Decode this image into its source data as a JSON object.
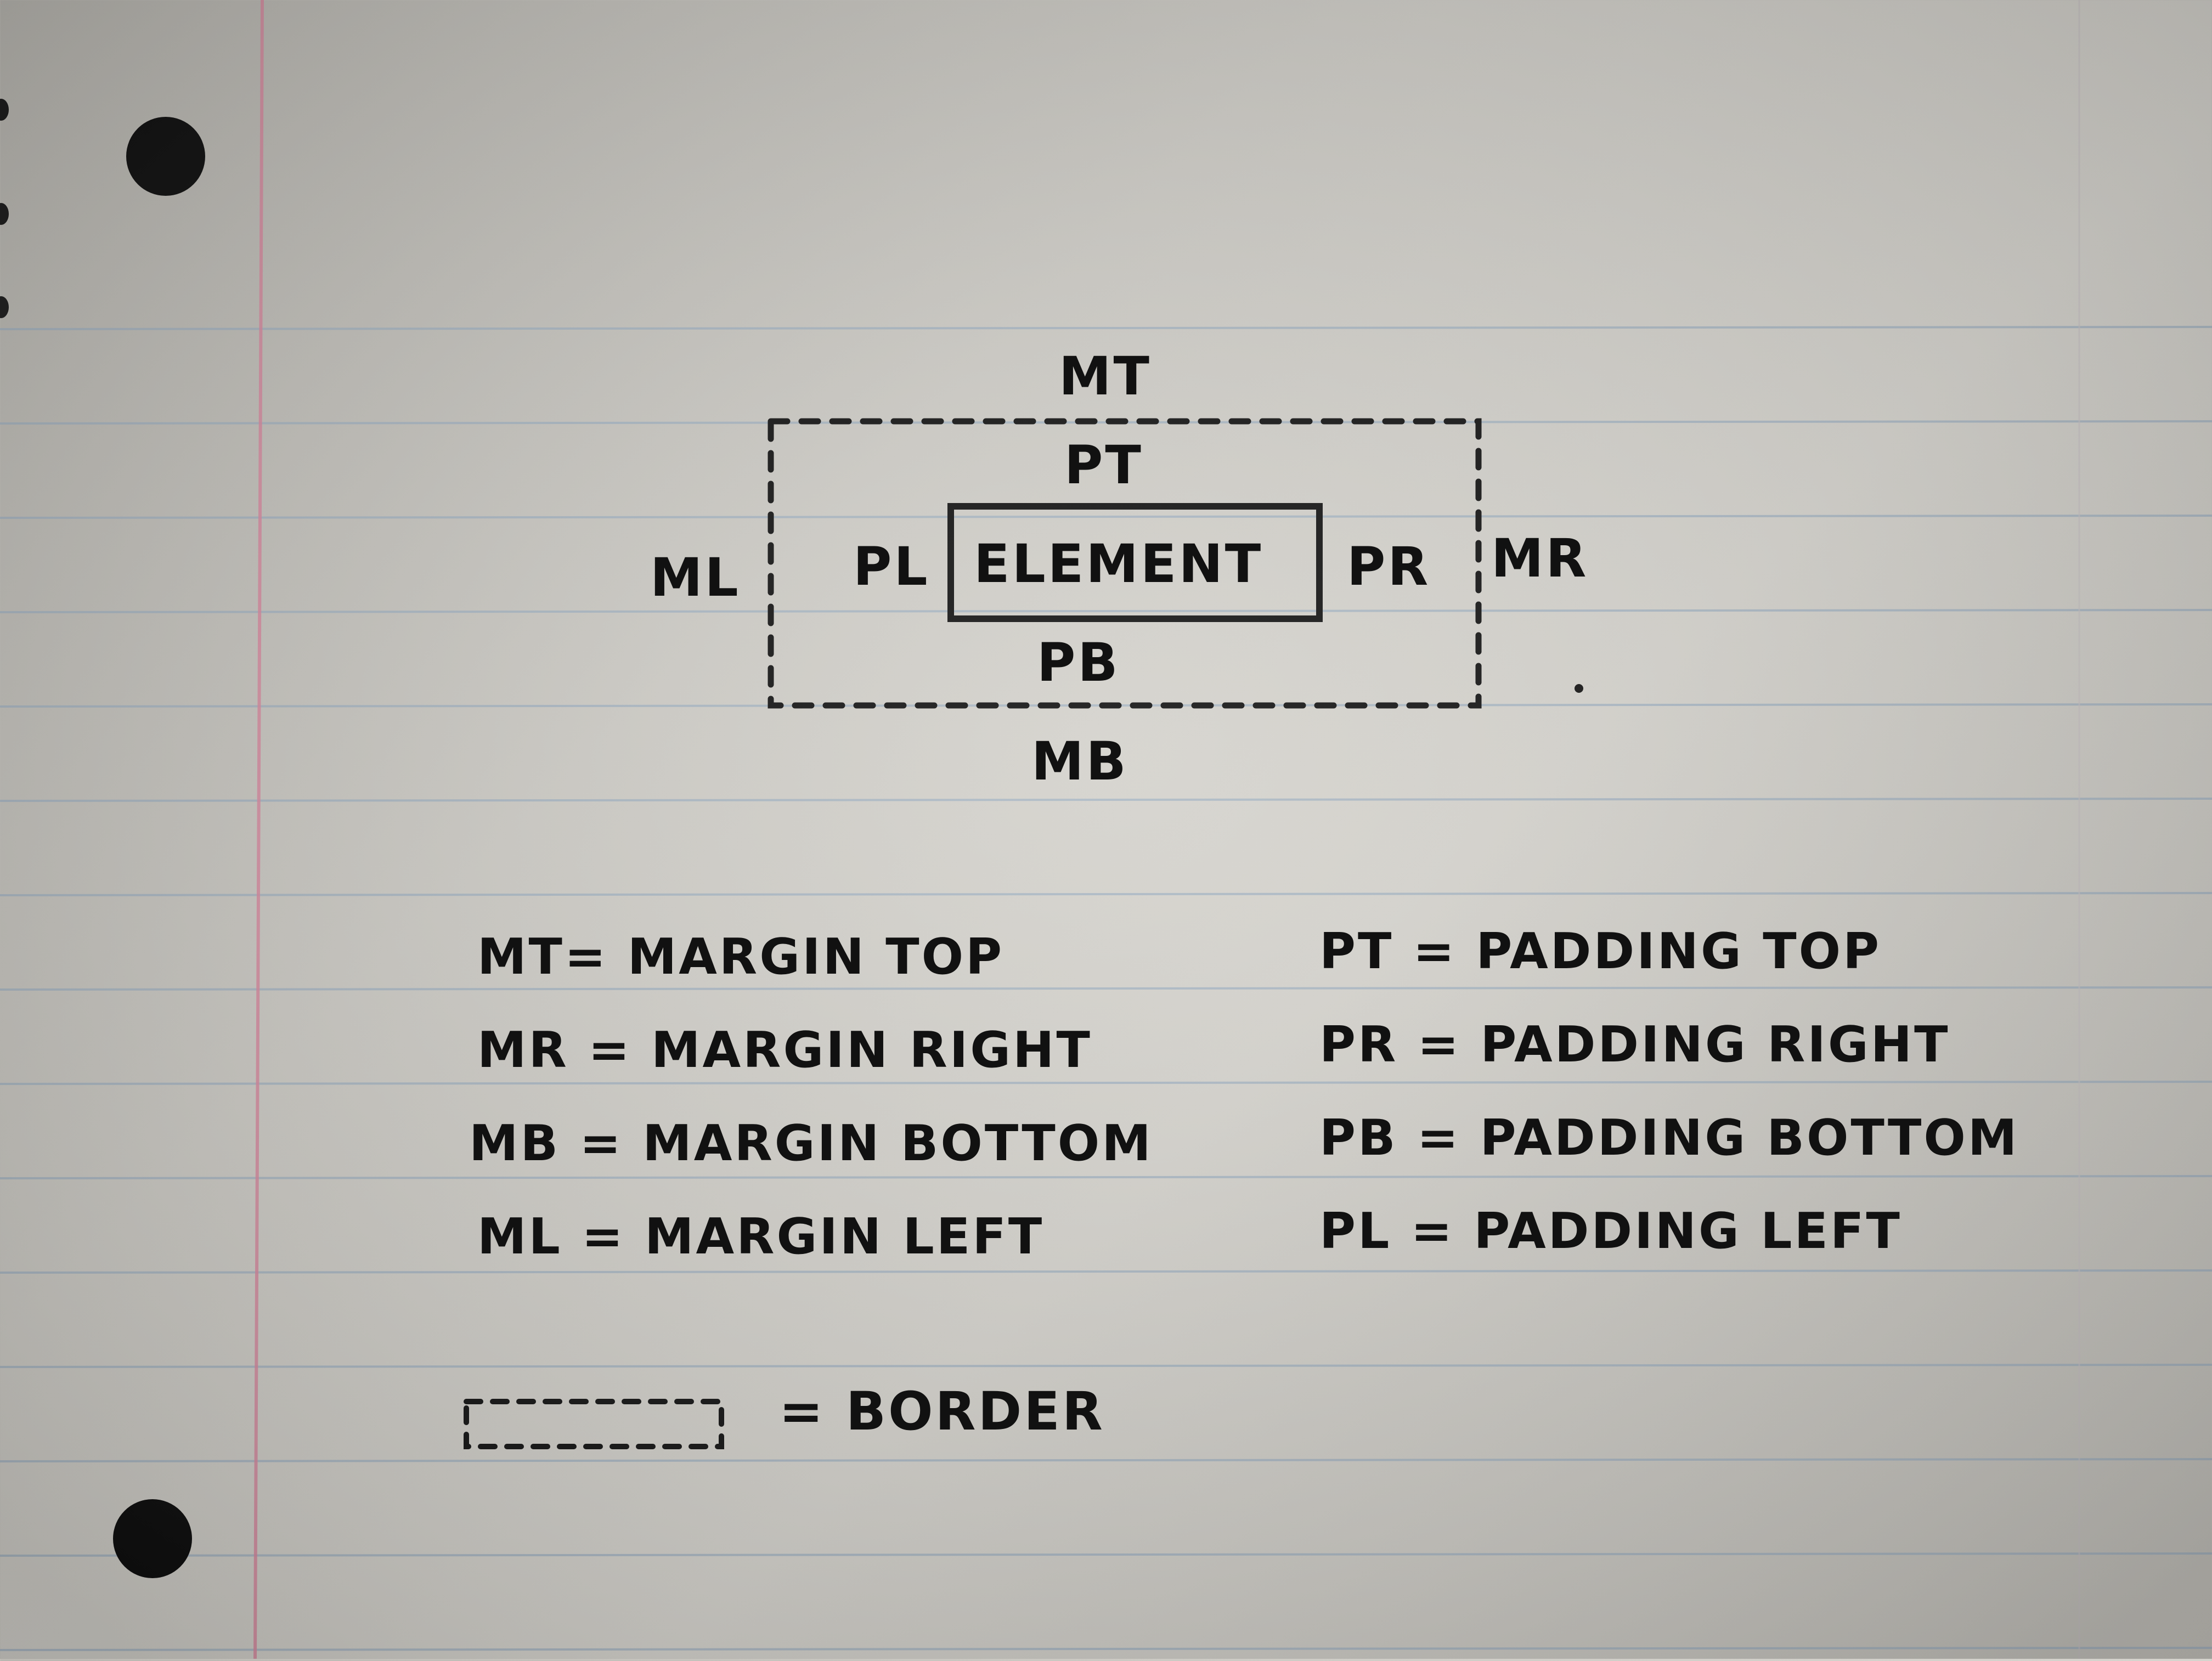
{
  "diagram": {
    "margin_labels": {
      "top": "MT",
      "right": "MR",
      "bottom": "MB",
      "left": "ML"
    },
    "padding_labels": {
      "top": "PT",
      "right": "PR",
      "bottom": "PB",
      "left": "PL"
    },
    "element_label": "ELEMENT"
  },
  "legend": {
    "margin": [
      "MT= MARGIN TOP",
      "MR = MARGIN RIGHT",
      "MB = MARGIN BOTTOM",
      "ML = MARGIN LEFT"
    ],
    "padding": [
      "PT = PADDING TOP",
      "PR = PADDING RIGHT",
      "PB = PADDING BOTTOM",
      "PL = PADDING LEFT"
    ],
    "border": "= BORDER"
  },
  "colors": {
    "ink": "#111111",
    "rule_line": "#9fb1c2",
    "margin_line": "#d98aa0",
    "paper": "#d3d1cb",
    "punch_hole": "#0d0d0d"
  }
}
